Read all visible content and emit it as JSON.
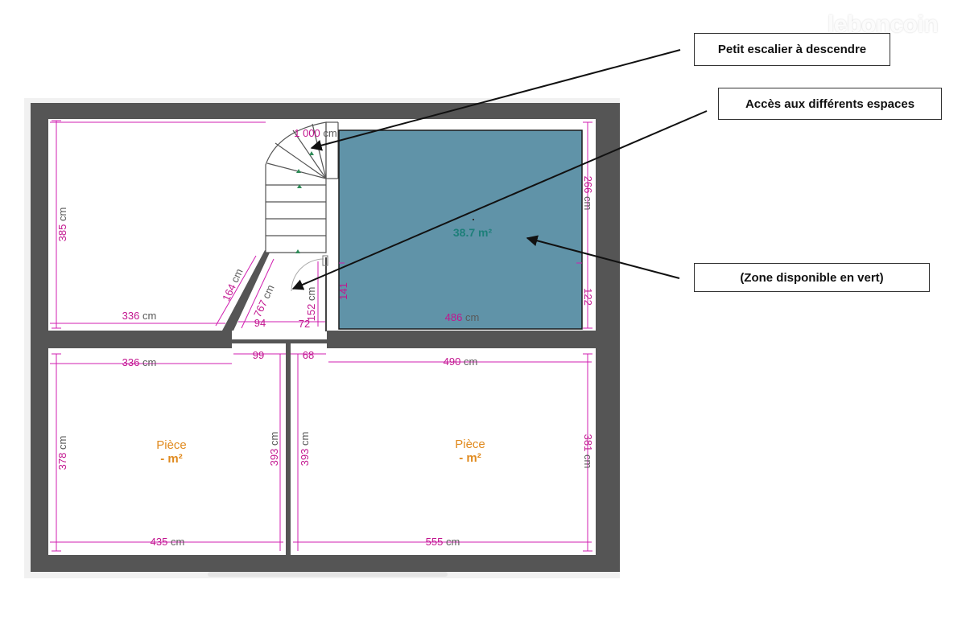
{
  "watermark": "leboncoin",
  "callouts": {
    "stairs": "Petit escalier à descendre",
    "access": "Accès aux différents espaces",
    "zone": "(Zone disponible en vert)"
  },
  "area": {
    "value": "38.7 m²"
  },
  "rooms": {
    "left": {
      "name": "Pièce",
      "area": "- m²"
    },
    "right": {
      "name": "Pièce",
      "area": "- m²"
    }
  },
  "dimensions": {
    "stair_width": "1 000 cm",
    "top_left_height": "385 cm",
    "top_right_height": "266 cm",
    "right_122": "122",
    "corridor_diag_164": "164 cm",
    "corridor_diag_767": "767 cm",
    "corridor_152": "152 cm",
    "corridor_141": "141",
    "upper_left_width": "336 cm",
    "corridor_94": "94",
    "corridor_72": "72",
    "upper_right_width": "486 cm",
    "lower_left_width_top": "336 cm",
    "door_99": "99",
    "door_68": "68",
    "lower_right_width_top": "490 cm",
    "lower_left_height": "378 cm",
    "middle_left_height": "393 cm",
    "middle_right_height": "393 cm",
    "lower_right_height": "381 cm",
    "bottom_left_width": "435 cm",
    "bottom_right_width": "555 cm"
  },
  "colors": {
    "wall": "#555555",
    "dimension_line": "#d11fb0",
    "available_zone": "#4f879f",
    "arrow": "#111111"
  }
}
